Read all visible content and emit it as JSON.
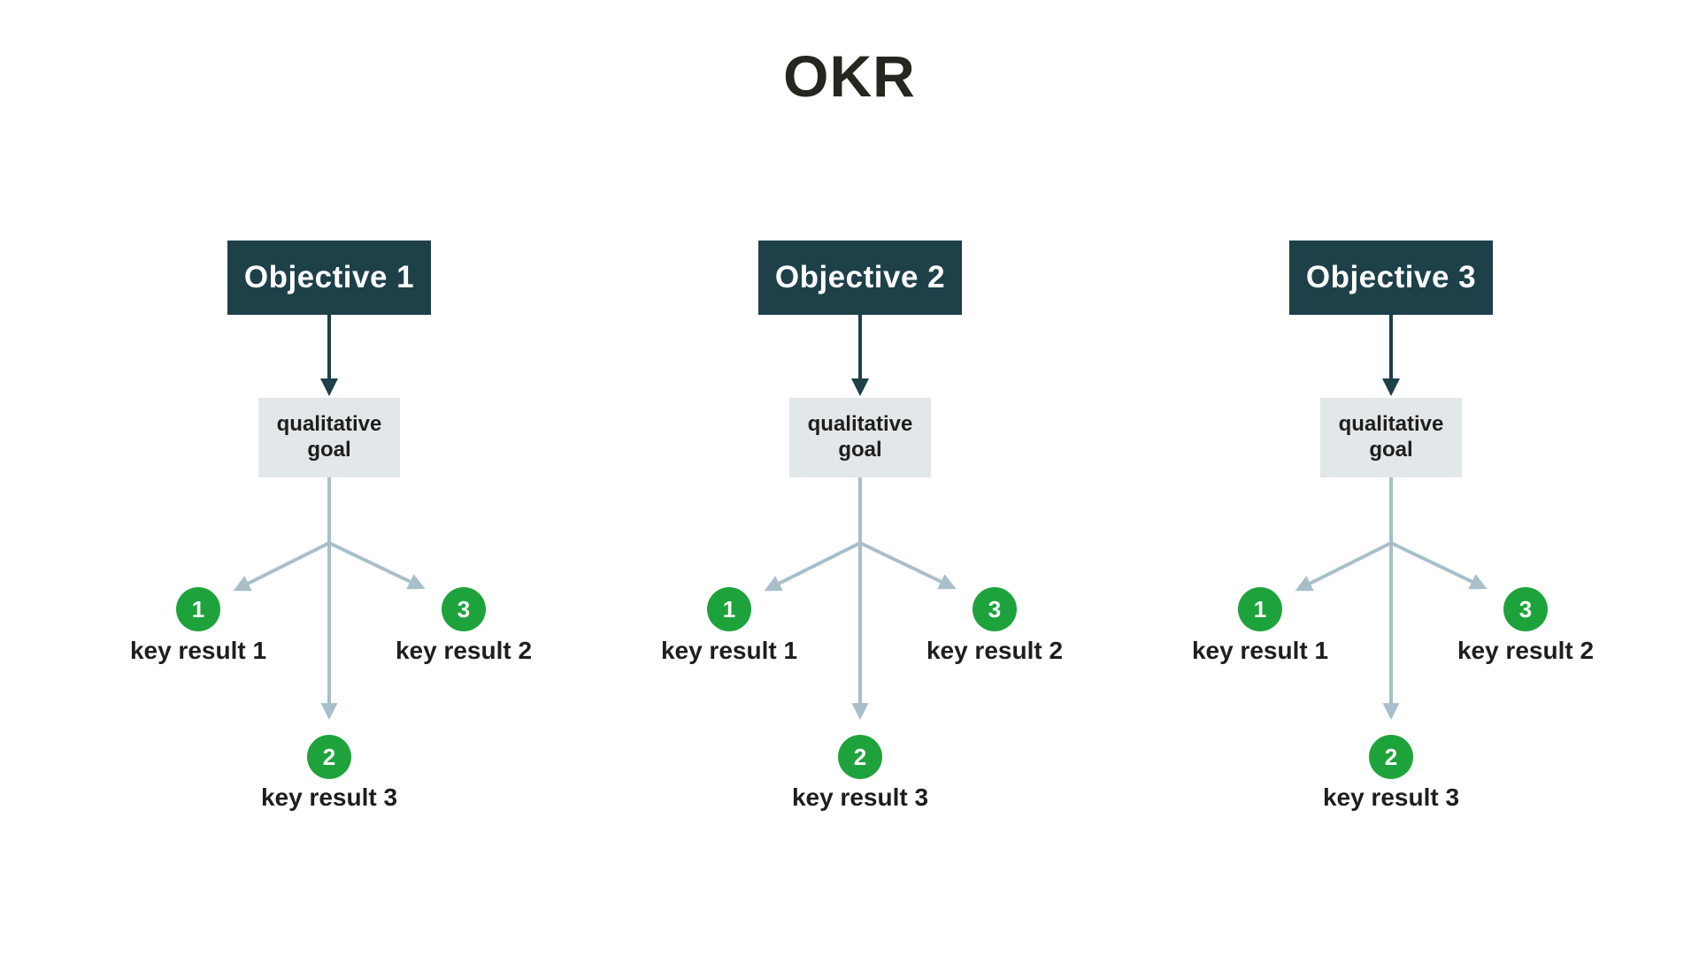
{
  "title": "OKR",
  "colors": {
    "background": "#ffffff",
    "title_text": "#26251f",
    "objective_bg": "#1d4049",
    "objective_text": "#ffffff",
    "goal_bg": "#e2e7ea",
    "goal_text": "#1e1e1c",
    "connector_light": "#a8bfc9",
    "connector_dark": "#1d4049",
    "circle_green": "#1ea33c",
    "circle_text": "#ffffff",
    "label_text": "#1e1e1c"
  },
  "columns": [
    {
      "objective_label": "Objective 1",
      "goal_label": "qualitative goal",
      "key_results": [
        {
          "number": "1",
          "label": "key result 1"
        },
        {
          "number": "3",
          "label": "key result 2"
        },
        {
          "number": "2",
          "label": "key result 3"
        }
      ]
    },
    {
      "objective_label": "Objective 2",
      "goal_label": "qualitative goal",
      "key_results": [
        {
          "number": "1",
          "label": "key result 1"
        },
        {
          "number": "3",
          "label": "key result 2"
        },
        {
          "number": "2",
          "label": "key result 3"
        }
      ]
    },
    {
      "objective_label": "Objective 3",
      "goal_label": "qualitative goal",
      "key_results": [
        {
          "number": "1",
          "label": "key result 1"
        },
        {
          "number": "3",
          "label": "key result 2"
        },
        {
          "number": "2",
          "label": "key result 3"
        }
      ]
    }
  ]
}
